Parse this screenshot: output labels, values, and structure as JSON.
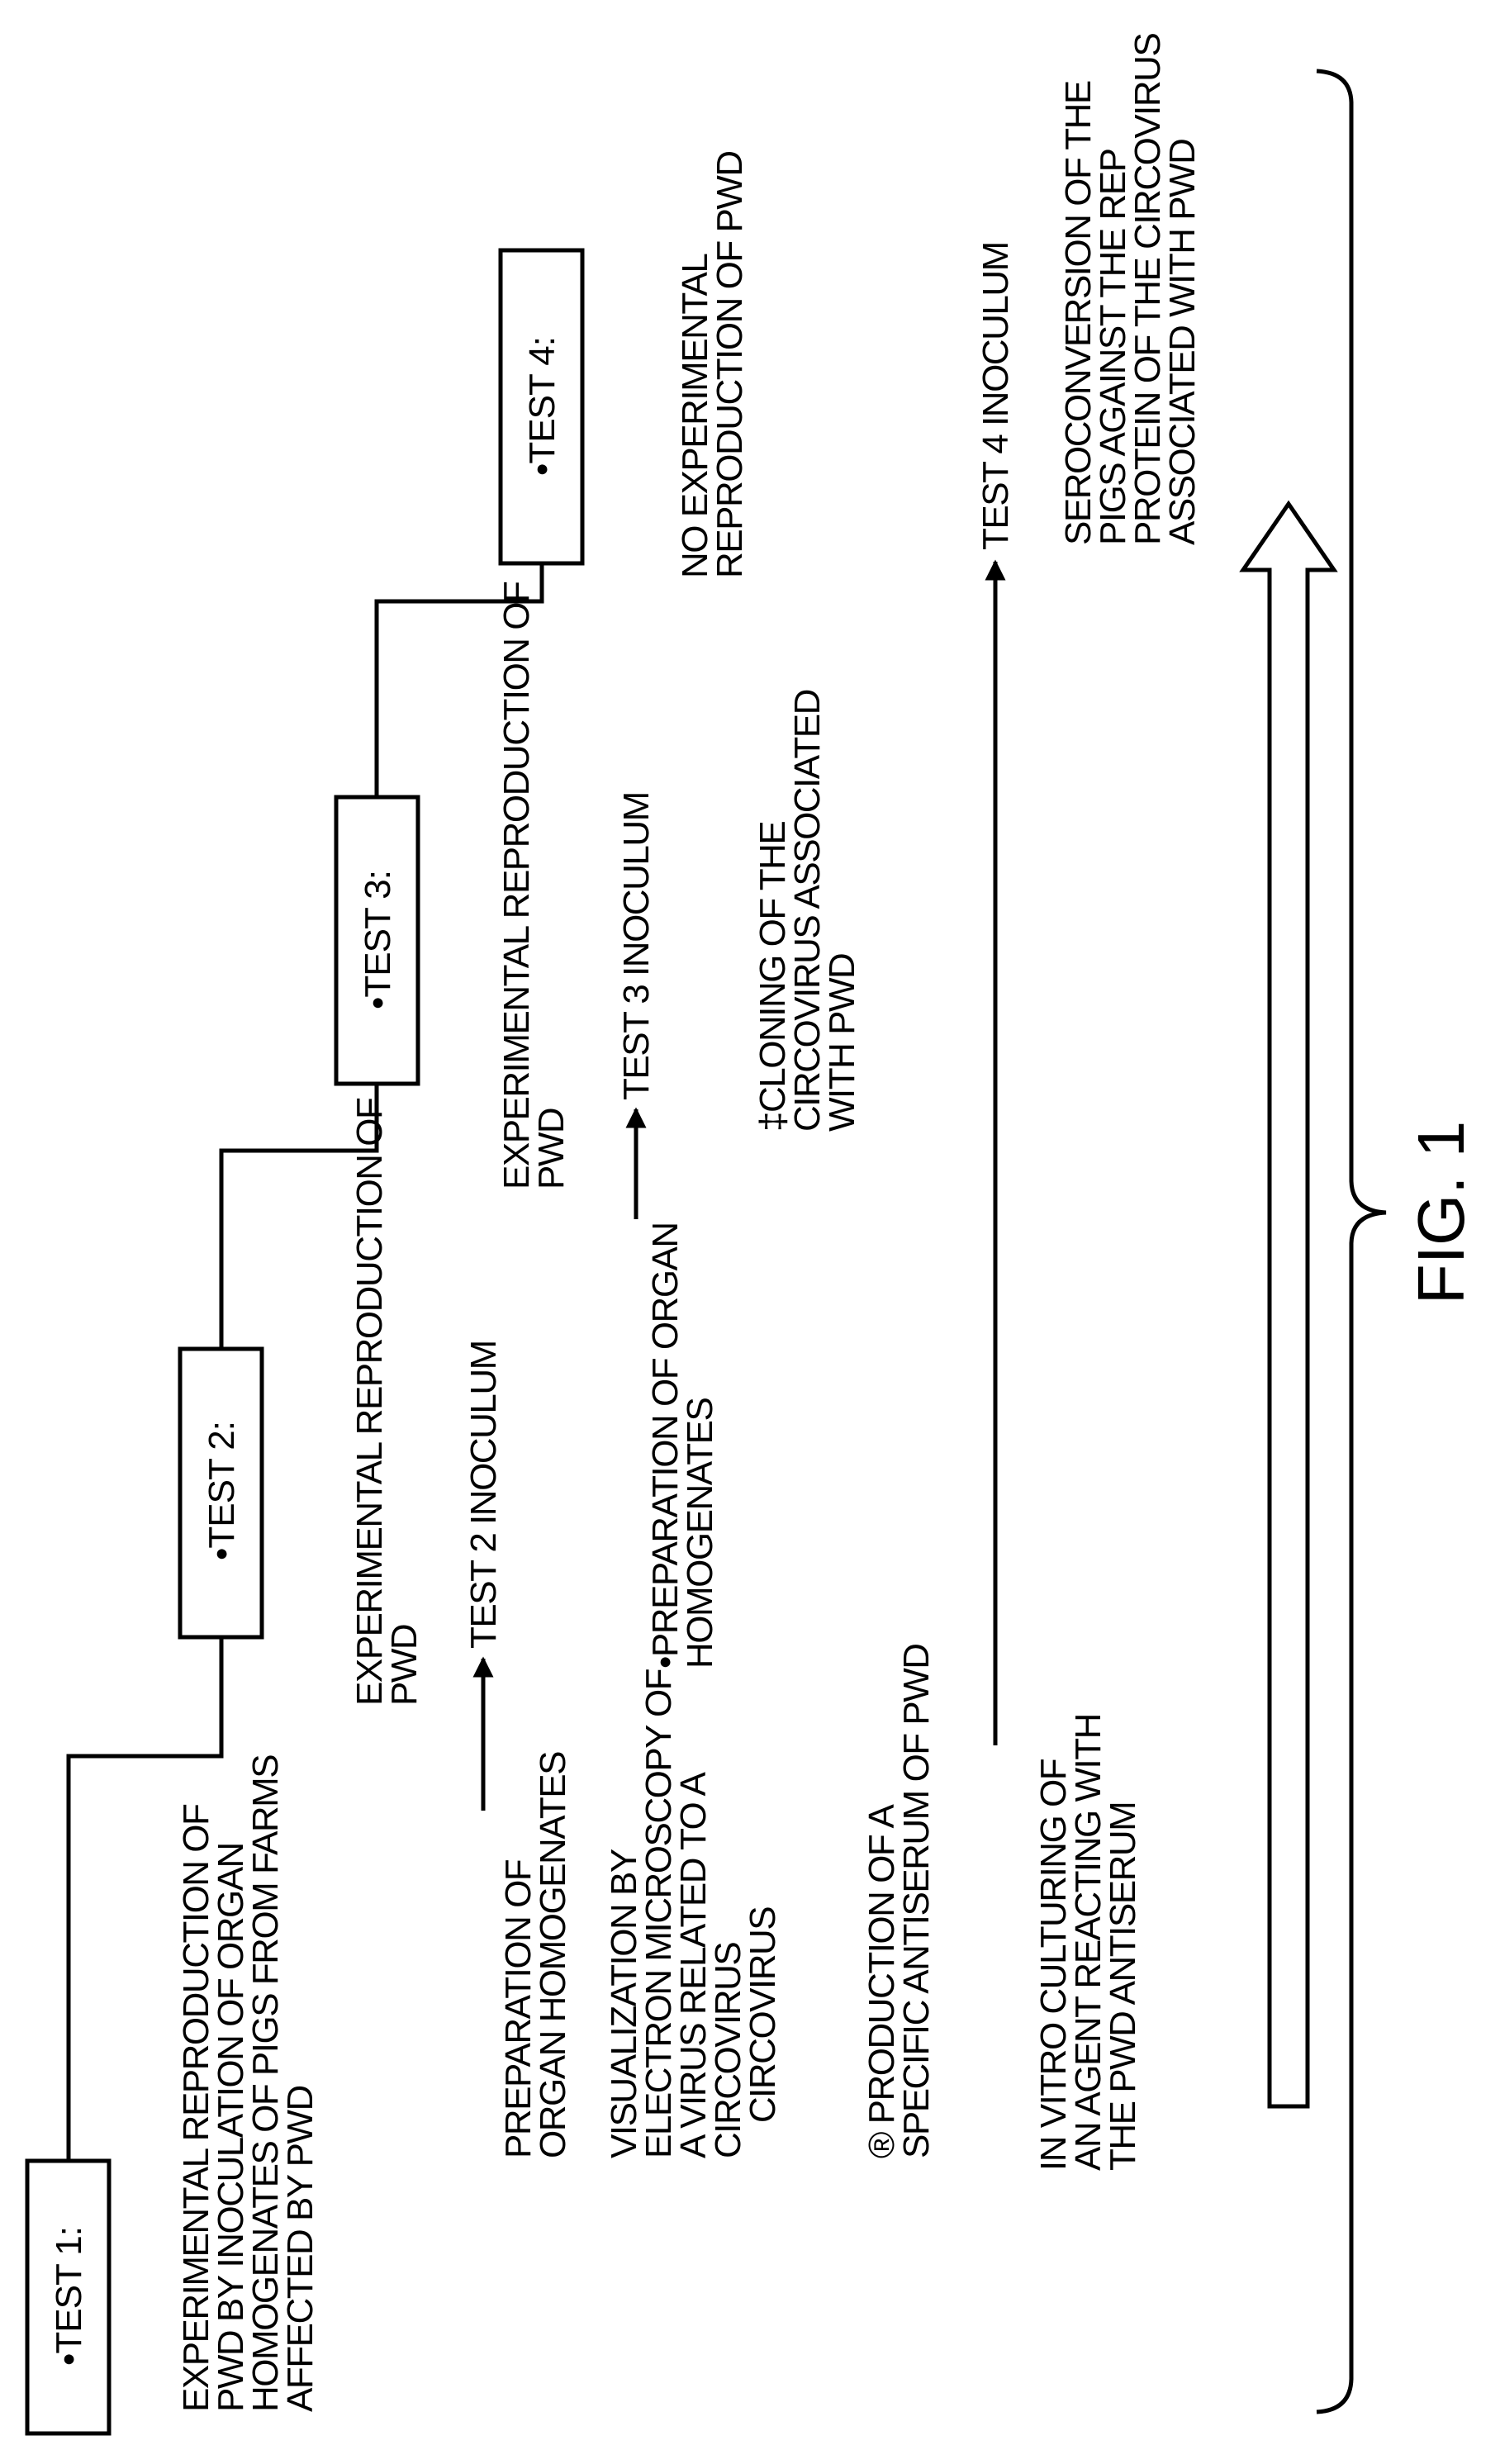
{
  "tests": [
    {
      "label": "•TEST 1:"
    },
    {
      "label": "•TEST 2:"
    },
    {
      "label": "•TEST 3:"
    },
    {
      "label": "•TEST 4:"
    }
  ],
  "test1": {
    "description": [
      "EXPERIMENTAL REPRODUCTION OF",
      "PWD BY INOCULATION OF ORGAN",
      "HOMOGENATES OF PIGS FROM FARMS",
      "AFFECTED BY PWD"
    ]
  },
  "test2": {
    "description": [
      "EXPERIMENTAL REPRODUCTION OF",
      "PWD"
    ],
    "inoculum": "TEST 2 INOCULUM",
    "steps": [
      [
        "PREPARATION OF",
        "ORGAN HOMOGENATES"
      ],
      [
        "VISUALIZATION BY",
        "ELECTRON MICROSCOPY OF",
        "A VIRUS RELATED TO A",
        "CIRCOVIRUS",
        "    CIRCOVIRUS"
      ],
      [
        "® PRODUCTION OF A",
        "SPECIFIC ANTISERUM OF PWD"
      ]
    ]
  },
  "test3": {
    "description": [
      "EXPERIMENTAL REPRODUCTION OF",
      "PWD"
    ],
    "inoculum": "TEST 3 INOCULUM",
    "steps": [
      [
        "•PREPARATION OF ORGAN",
        "HOMOGENATES"
      ],
      [
        "‡CLONING OF THE",
        "CIRCOVIRUS ASSOCIATED",
        "WITH PWD"
      ]
    ]
  },
  "test4": {
    "description": [
      "NO EXPERIMENTAL",
      "REPRODUCTION OF PWD"
    ],
    "inoculum": "TEST 4 INOCULUM",
    "steps": [
      [
        "IN VITRO CULTURING OF",
        "AN AGENT REACTING WITH",
        "THE PWD ANTISERUM"
      ],
      [
        "SEROCONVERSION OF THE",
        "PIGS AGAINST THE REP",
        "PROTEIN OF THE CIRCOVIRUS",
        "ASSOCIATED WITH PWD"
      ]
    ]
  },
  "caption": "FIG. 1"
}
